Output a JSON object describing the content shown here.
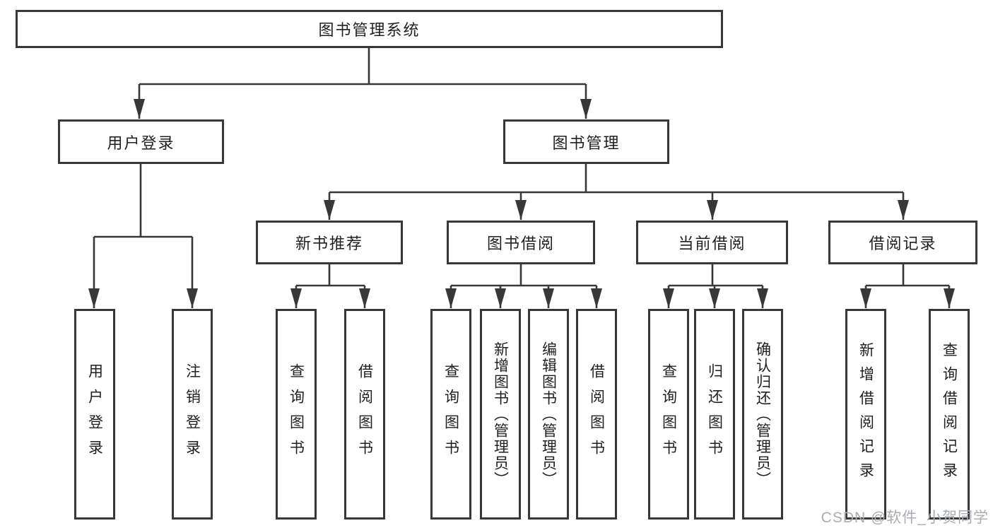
{
  "tree": {
    "root": {
      "label": "图书管理系统",
      "children": [
        {
          "label": "用户登录",
          "children": [
            {
              "label": "用户登录"
            },
            {
              "label": "注销登录"
            }
          ]
        },
        {
          "label": "图书管理",
          "children": [
            {
              "label": "新书推荐",
              "children": [
                {
                  "label": "查询图书"
                },
                {
                  "label": "借阅图书"
                }
              ]
            },
            {
              "label": "图书借阅",
              "children": [
                {
                  "label": "查询图书"
                },
                {
                  "label": "新增图书（管理员）"
                },
                {
                  "label": "编辑图书（管理员）"
                },
                {
                  "label": "借阅图书"
                }
              ]
            },
            {
              "label": "当前借阅",
              "children": [
                {
                  "label": "查询图书"
                },
                {
                  "label": "归还图书"
                },
                {
                  "label": "确认归还（管理员）"
                }
              ]
            },
            {
              "label": "借阅记录",
              "children": [
                {
                  "label": "新增借阅记录"
                },
                {
                  "label": "查询借阅记录"
                }
              ]
            }
          ]
        }
      ]
    }
  },
  "watermark": "CSDN @软件_小贺同学",
  "colors": {
    "line": "#383838",
    "box_border": "#383838",
    "text": "#1f1f1f",
    "watermark": "#a9adb2",
    "background": "#ffffff"
  }
}
